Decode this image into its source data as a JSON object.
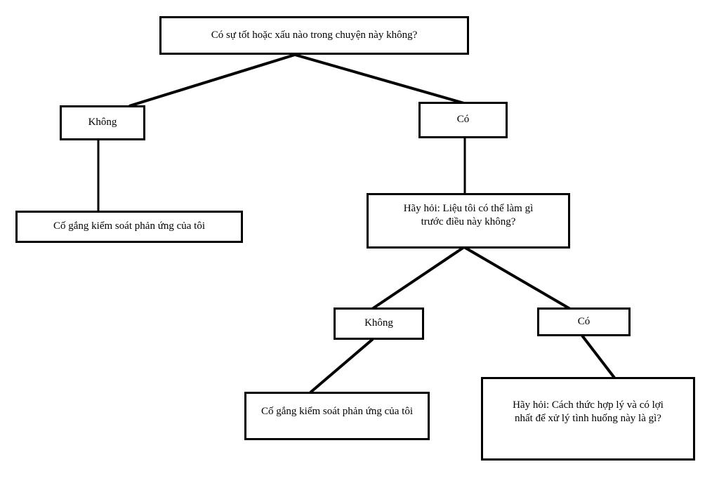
{
  "diagram": {
    "title": "Quy trinh ra quyet dinh",
    "type": "decision-flowchart",
    "background_color": "#ffffff",
    "line_color": "#000000",
    "text_color": "#000000",
    "nodes": [
      {
        "id": "root",
        "role": "question",
        "text": "Có sự tốt hoặc xấu nào trong chuyện này không?"
      },
      {
        "id": "no_1",
        "role": "answer",
        "text": "Không"
      },
      {
        "id": "yes_1",
        "role": "answer",
        "text": "Có"
      },
      {
        "id": "control_1",
        "role": "action",
        "text": "Cố gắng kiểm soát phản ứng của tôi"
      },
      {
        "id": "ask_1",
        "role": "question",
        "text": "Hãy hỏi: Liệu tôi có thể làm gì\ntrước điều này không?"
      },
      {
        "id": "no_2",
        "role": "answer",
        "text": "Không"
      },
      {
        "id": "yes_2",
        "role": "answer",
        "text": "Có"
      },
      {
        "id": "control_2",
        "role": "action",
        "text": "Cố gắng kiểm soát phản ứng của tôi"
      },
      {
        "id": "ask_2",
        "role": "question",
        "text": "Hãy hỏi: Cách thức hợp lý và có lợi\nnhất để xử lý tình huống này là gì?"
      }
    ],
    "edges": [
      {
        "from": "root",
        "to": "no_1"
      },
      {
        "from": "root",
        "to": "yes_1"
      },
      {
        "from": "no_1",
        "to": "control_1"
      },
      {
        "from": "yes_1",
        "to": "ask_1"
      },
      {
        "from": "ask_1",
        "to": "no_2"
      },
      {
        "from": "ask_1",
        "to": "yes_2"
      },
      {
        "from": "no_2",
        "to": "control_2"
      },
      {
        "from": "yes_2",
        "to": "ask_2"
      }
    ]
  }
}
